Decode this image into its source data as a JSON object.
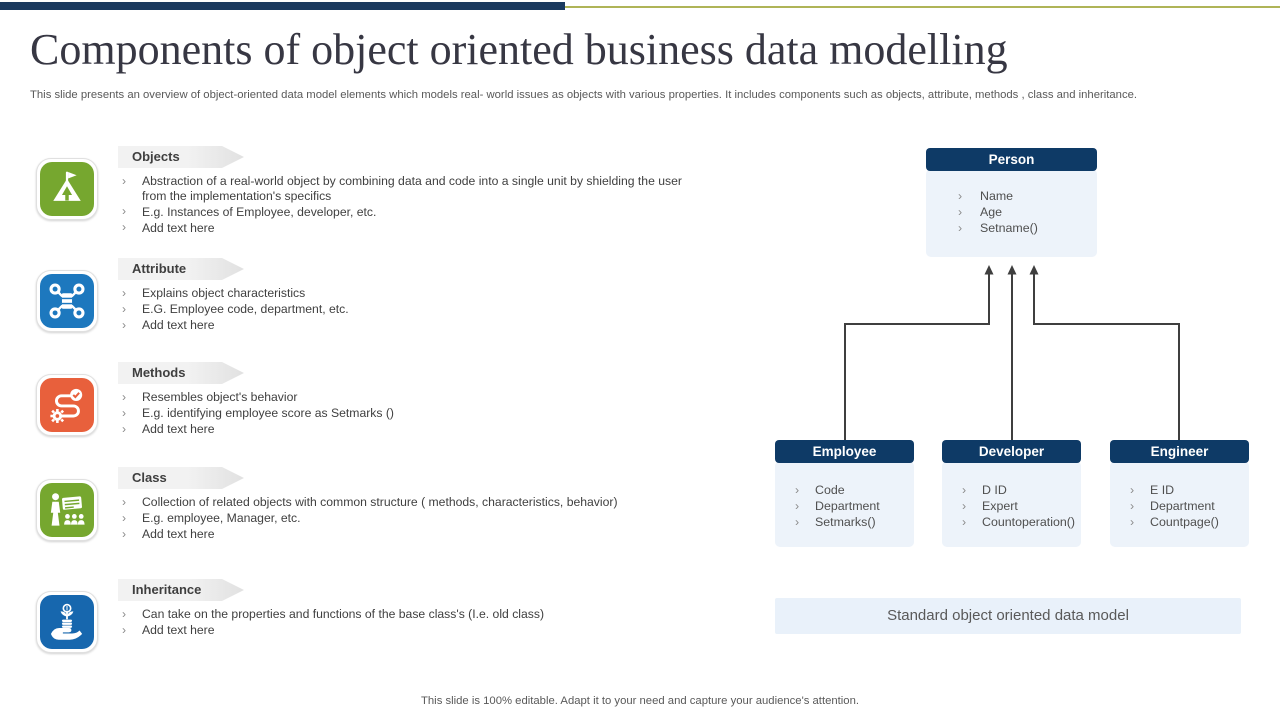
{
  "header": {
    "title": "Components of object oriented business data modelling",
    "subtitle": "This slide presents an overview of object-oriented data model elements which models real- world issues as objects with various properties. It includes components such as objects, attribute, methods , class and inheritance."
  },
  "components": [
    {
      "icon": "mountain-flag-icon",
      "color": "#76A72F",
      "title": "Objects",
      "bullets": [
        "Abstraction of a real-world object by combining data and code into a single unit by shielding the user from the implementation's specifics",
        "E.g. Instances of Employee, developer, etc.",
        "Add text here"
      ]
    },
    {
      "icon": "network-nodes-icon",
      "color": "#1D78BE",
      "title": "Attribute",
      "bullets": [
        "Explains object characteristics",
        "E.G. Employee code, department, etc.",
        "Add text here"
      ]
    },
    {
      "icon": "process-gear-icon",
      "color": "#E8603C",
      "title": "Methods",
      "bullets": [
        "Resembles object's behavior",
        "E.g.  identifying employee score as Setmarks ()",
        "Add text here"
      ]
    },
    {
      "icon": "presentation-audience-icon",
      "color": "#76A72F",
      "title": "Class",
      "bullets": [
        "Collection of related objects with common structure ( methods, characteristics, behavior)",
        "E.g. employee, Manager, etc.",
        "Add text here"
      ]
    },
    {
      "icon": "hand-growth-icon",
      "color": "#1767AE",
      "title": "Inheritance",
      "bullets": [
        "Can take on the properties and functions of the base class's (I.e. old class)",
        "Add text here"
      ]
    }
  ],
  "diagram": {
    "parent": {
      "title": "Person",
      "attributes": [
        "Name",
        "Age",
        "Setname()"
      ]
    },
    "children": [
      {
        "title": "Employee",
        "attributes": [
          "Code",
          "Department",
          "Setmarks()"
        ]
      },
      {
        "title": "Developer",
        "attributes": [
          "D ID",
          "Expert",
          "Countoperation()"
        ]
      },
      {
        "title": "Engineer",
        "attributes": [
          "E ID",
          "Department",
          "Countpage()"
        ]
      }
    ],
    "caption": "Standard object oriented data model"
  },
  "footer": {
    "text": "This slide is 100% editable. Adapt it to your need and capture your audience's attention."
  },
  "theme": {
    "topbar_navy": "#1B3A5F",
    "topbar_accent_line": "#AFB457",
    "diagram_header_bg": "#0E3A66",
    "diagram_body_bg": "#EDF3FA",
    "caption_bg": "#E9F1FA",
    "connector_color": "#3F3F3F",
    "body_text_color": "#404040",
    "muted_text_color": "#595959"
  }
}
